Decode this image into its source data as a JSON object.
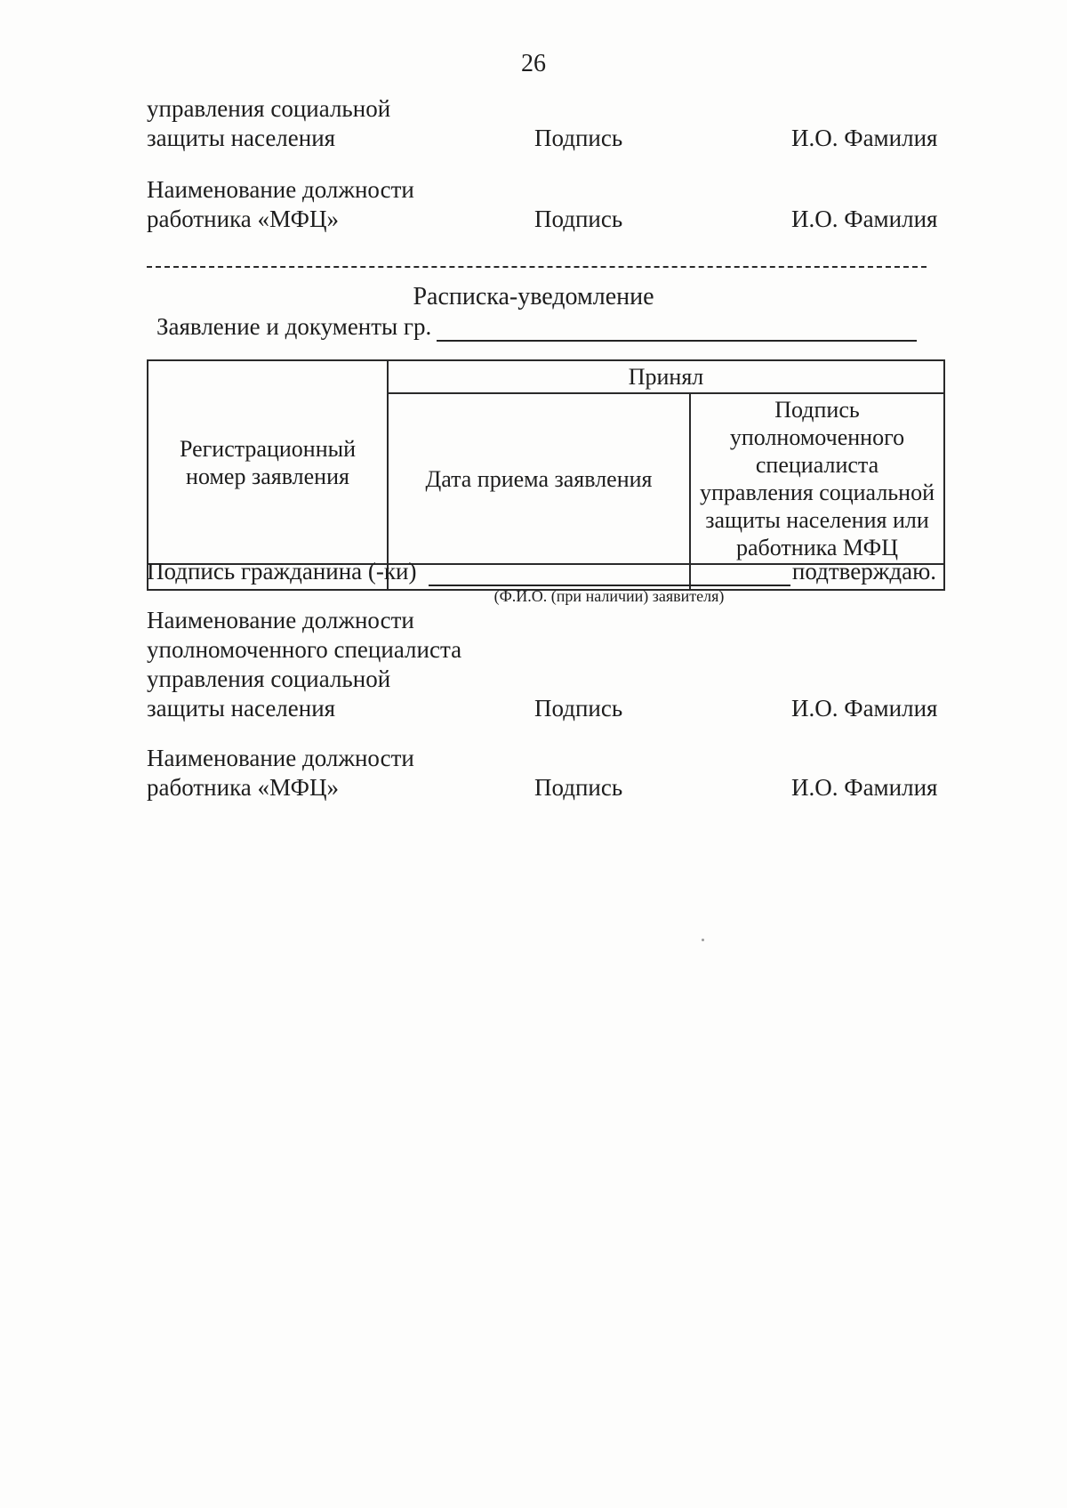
{
  "page": {
    "number": "26",
    "background_color": "#fdfdfc",
    "text_color": "#1d1d1d"
  },
  "top_section": {
    "rows": [
      {
        "left": "управления социальной\nзащиты населения",
        "middle": "Подпись",
        "right": "И.О. Фамилия"
      },
      {
        "left": "Наименование должности\nработника «МФЦ»",
        "middle": "Подпись",
        "right": "И.О. Фамилия"
      }
    ]
  },
  "receipt_section": {
    "title": "Расписка-уведомление",
    "application_line_label": "Заявление и документы гр.",
    "table": {
      "registration_header": "Регистрационный номер заявления",
      "accepted_header": "Принял",
      "date_header": "Дата приема заявления",
      "signature_header": "Подпись уполномоченного специалиста управления социальной защиты населения или работника МФЦ"
    },
    "citizen_signature": {
      "label": "Подпись гражданина (-ки)",
      "confirm": "подтверждаю.",
      "caption": "(Ф.И.О. (при наличии) заявителя)"
    },
    "rows": [
      {
        "left": "Наименование должности\nуполномоченного специалиста\nуправления социальной\nзащиты населения",
        "middle": "Подпись",
        "right": "И.О. Фамилия"
      },
      {
        "left": "Наименование должности\nработника «МФЦ»",
        "middle": "Подпись",
        "right": "И.О. Фамилия"
      }
    ]
  }
}
